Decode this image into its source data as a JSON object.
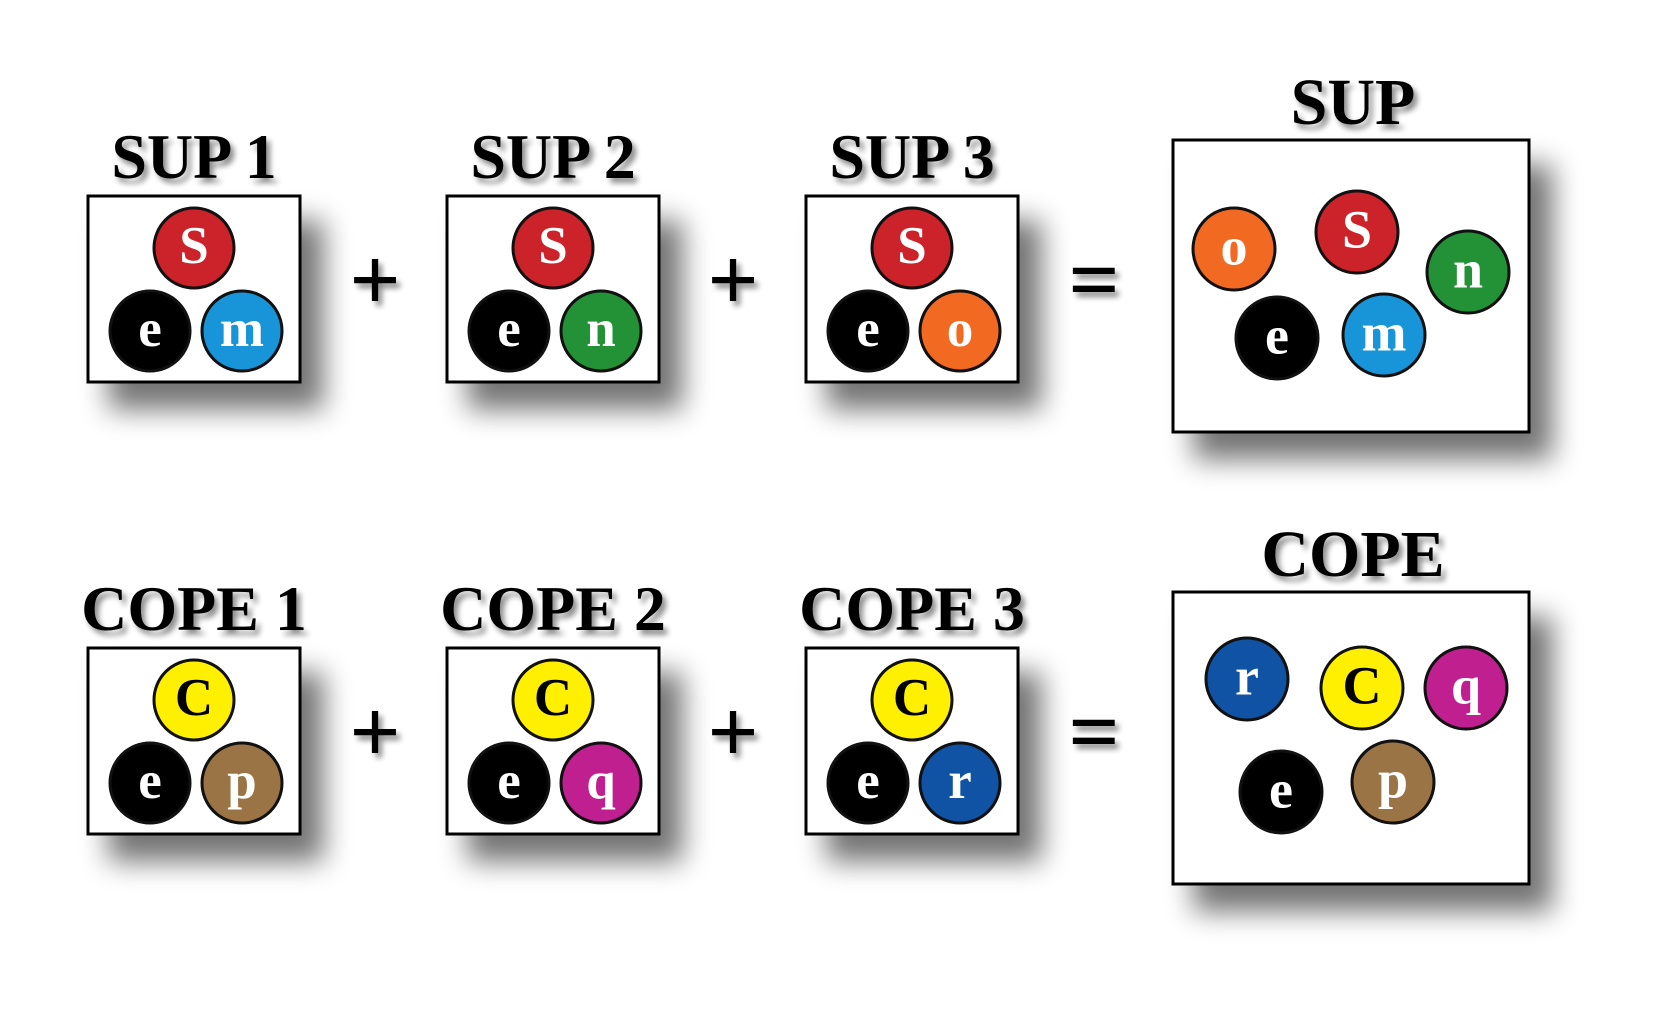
{
  "colors": {
    "S": "#cc2229",
    "C": "#ffef00",
    "e": "#000000",
    "m": "#1795d8",
    "n": "#239237",
    "o": "#f26a21",
    "p": "#9b7445",
    "q": "#bf1f8f",
    "r": "#1053a4"
  },
  "text_colors": {
    "C": "#000000",
    "default": "#ffffff"
  },
  "rows": [
    {
      "id": "sup",
      "plus_label": "+",
      "equals_label": "=",
      "boxes": [
        {
          "title": "SUP 1",
          "top": "S",
          "left": "e",
          "right": "m"
        },
        {
          "title": "SUP 2",
          "top": "S",
          "left": "e",
          "right": "n"
        },
        {
          "title": "SUP 3",
          "top": "S",
          "left": "e",
          "right": "o"
        }
      ],
      "result": {
        "title": "SUP",
        "particles": [
          "o",
          "S",
          "n",
          "e",
          "m"
        ]
      }
    },
    {
      "id": "cope",
      "plus_label": "+",
      "equals_label": "=",
      "boxes": [
        {
          "title": "COPE 1",
          "top": "C",
          "left": "e",
          "right": "p"
        },
        {
          "title": "COPE 2",
          "top": "C",
          "left": "e",
          "right": "q"
        },
        {
          "title": "COPE 3",
          "top": "C",
          "left": "e",
          "right": "r"
        }
      ],
      "result": {
        "title": "COPE",
        "particles": [
          "r",
          "C",
          "q",
          "e",
          "p"
        ]
      }
    }
  ]
}
